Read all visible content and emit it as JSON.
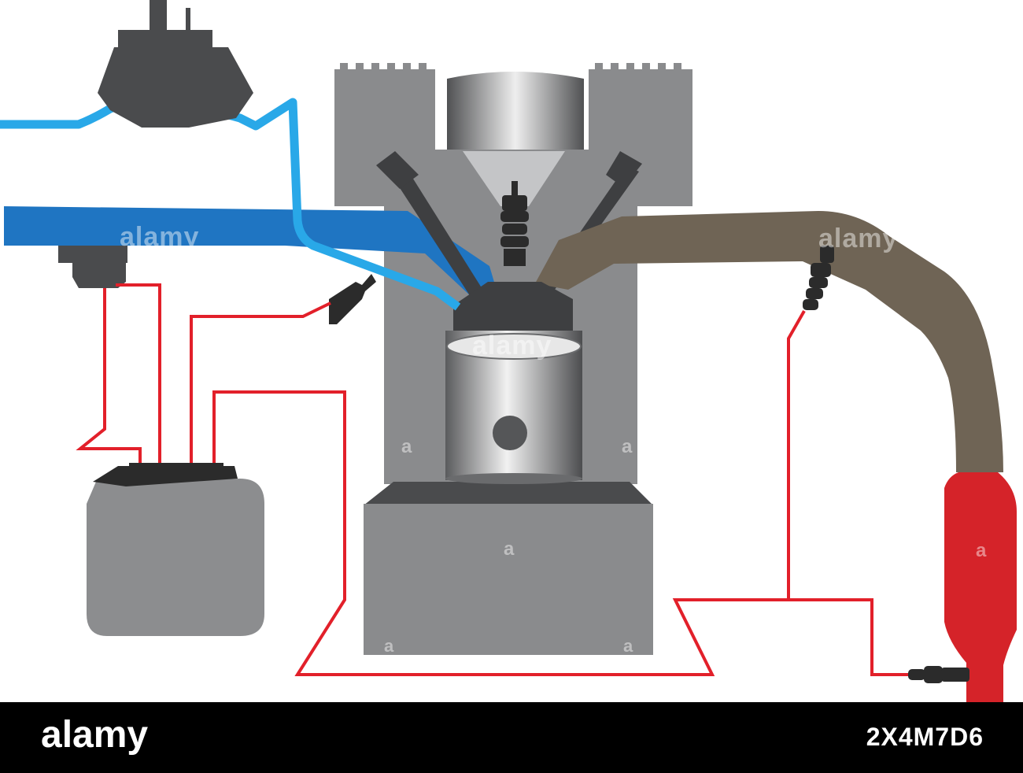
{
  "colors": {
    "background": "#ffffff",
    "engine_block": "#8a8b8d",
    "engine_dark": "#4a4b4d",
    "intake_air": "#1f75c2",
    "fuel_line": "#29a8e8",
    "exhaust": "#6f6455",
    "wiring": "#e2202a",
    "catalytic_converter": "#d52329",
    "ecu": "#8c8d8f",
    "sensor": "#2b2b2b"
  },
  "watermark": {
    "text": "alamy",
    "short_mark": "a"
  },
  "footer": {
    "logo": "alamy",
    "image_id": "2X4M7D6"
  }
}
